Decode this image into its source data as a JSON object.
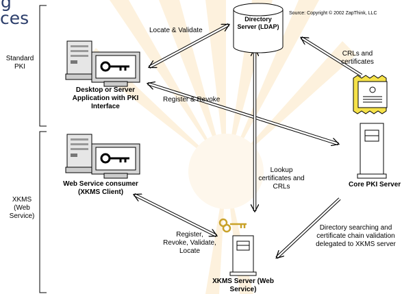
{
  "slide": {
    "title_line1": "g",
    "title_line2": "ces",
    "source": "Source: Copyright © 2002 ZapThink, LLC"
  },
  "groups": {
    "standard": "Standard PKI",
    "xkms": "XKMS (Web Service)"
  },
  "nodes": {
    "directory": "Directory Server (LDAP)",
    "desktop": "Desktop or Server Application with PKI Interface",
    "webservice": "Web Service consumer (XKMS Client)",
    "corepki": "Core PKI Server",
    "xkms": "XKMS Server (Web Service)"
  },
  "edges": {
    "locate_validate": "Locate & Validate",
    "crls_certs": "CRLs and certificates",
    "register_revoke": "Register & Revoke",
    "lookup": "Lookup certificates and CRLs",
    "register_revoke_validate_locate": "Register, Revoke, Validate, Locate",
    "directory_searching": "Directory searching and certificate chain validation delegated to XKMS server"
  },
  "colors": {
    "title": "#2c3e6b",
    "watermark": "#fde9c8",
    "key": "#c9a22a",
    "certificate": "#f6e24a"
  }
}
